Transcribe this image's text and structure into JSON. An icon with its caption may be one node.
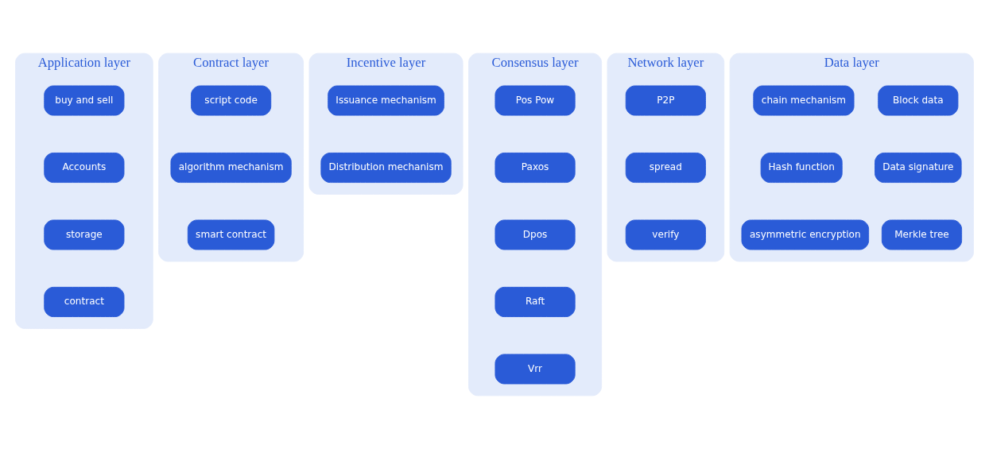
{
  "diagram": {
    "nodes": [
      {
        "text": [
          "Application layer"
        ]
      },
      {
        "text": [
          "buy and sell"
        ],
        "in": 0
      },
      {
        "text": [
          "Accounts"
        ],
        "in": 0
      },
      {
        "text": [
          "storage"
        ],
        "in": 0
      },
      {
        "text": [
          "contract"
        ],
        "in": 0
      },
      {
        "text": [
          "Contract layer"
        ]
      },
      {
        "text": [
          "script code"
        ],
        "in": 5
      },
      {
        "text": [
          "algorithm mechanism"
        ],
        "in": 5
      },
      {
        "text": [
          "smart contract"
        ],
        "in": 5
      },
      {
        "text": [
          "Incentive layer"
        ]
      },
      {
        "text": [
          "Issuance mechanism"
        ],
        "in": 9
      },
      {
        "text": [
          "Distribution mechanism"
        ],
        "in": 9
      },
      {
        "text": [
          "Consensus layer"
        ]
      },
      {
        "text": [
          "Pos Pow"
        ],
        "in": 12
      },
      {
        "text": [
          "Paxos"
        ],
        "in": 12
      },
      {
        "text": [
          "Dpos"
        ],
        "in": 12
      },
      {
        "text": [
          "Raft"
        ],
        "in": 12
      },
      {
        "text": [
          "Vrr"
        ],
        "in": 12
      },
      {
        "text": [
          "Network layer"
        ]
      },
      {
        "text": [
          "P2P"
        ],
        "in": 18
      },
      {
        "text": [
          "spread"
        ],
        "in": 18
      },
      {
        "text": [
          "verify"
        ],
        "in": 18
      },
      {
        "text": [
          "Data layer"
        ]
      },
      {
        "text": [
          "Block data"
        ],
        "in": 22
      },
      {
        "text": [
          "chain mechanism"
        ],
        "in": 22
      },
      {
        "text": [
          "Data signature"
        ],
        "in": 22
      },
      {
        "text": [
          "Hash function"
        ],
        "in": 22
      },
      {
        "text": [
          "Merkle tree"
        ],
        "in": 22
      },
      {
        "text": [
          "asymmetric encryption"
        ],
        "in": 22
      }
    ]
  }
}
